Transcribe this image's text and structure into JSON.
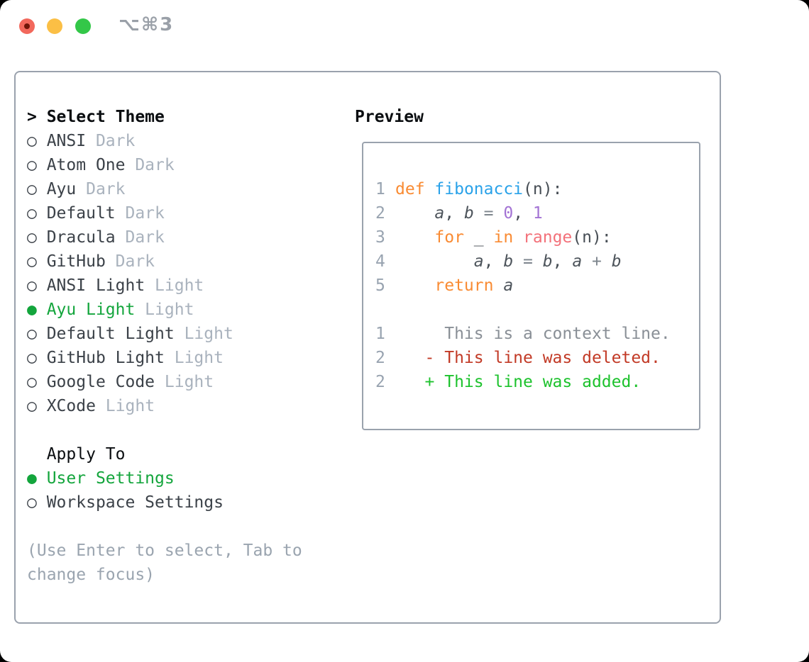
{
  "window": {
    "title": "⌥⌘3",
    "traffic_lights": {
      "red": "#f2685c",
      "red_dot": "#701508",
      "yellow": "#fbbf45",
      "green": "#33c748"
    }
  },
  "palette": {
    "keyword": "#f98b33",
    "function": "#2aa2e9",
    "number": "#a373d4",
    "builtin": "#f3717a",
    "variable": "#4d545b",
    "operator": "#7d858d",
    "punctuation": "#474e55",
    "context": "#898f96",
    "deleted": "#c23a26",
    "added": "#1dc22d",
    "line_number": "#98a3b0",
    "selected_green": "#13a53c",
    "item_text": "#3b4148",
    "muted_suffix": "#a9b2bd",
    "hint": "#9aa4af",
    "border": "#9aa2ad"
  },
  "menu": {
    "header": {
      "prefix": ">",
      "label": "Select Theme"
    },
    "unselected_glyph": "○",
    "selected_glyph": "●",
    "items": [
      {
        "label": "ANSI",
        "suffix": "Dark",
        "selected": false
      },
      {
        "label": "Atom One",
        "suffix": "Dark",
        "selected": false
      },
      {
        "label": "Ayu",
        "suffix": "Dark",
        "selected": false
      },
      {
        "label": "Default",
        "suffix": "Dark",
        "selected": false
      },
      {
        "label": "Dracula",
        "suffix": "Dark",
        "selected": false
      },
      {
        "label": "GitHub",
        "suffix": "Dark",
        "selected": false
      },
      {
        "label": "ANSI Light",
        "suffix": "Light",
        "selected": false
      },
      {
        "label": "Ayu Light",
        "suffix": "Light",
        "selected": true
      },
      {
        "label": "Default Light",
        "suffix": "Light",
        "selected": false
      },
      {
        "label": "GitHub Light",
        "suffix": "Light",
        "selected": false
      },
      {
        "label": "Google Code",
        "suffix": "Light",
        "selected": false
      },
      {
        "label": "XCode",
        "suffix": "Light",
        "selected": false
      }
    ],
    "apply_to": {
      "header": "Apply To",
      "options": [
        {
          "label": "User Settings",
          "selected": true
        },
        {
          "label": "Workspace Settings",
          "selected": false
        }
      ]
    },
    "hint_lines": [
      "(Use Enter to select, Tab to",
      "change focus)"
    ]
  },
  "preview": {
    "header": "Preview",
    "lines": [
      {
        "no": "1",
        "tokens": [
          {
            "t": "def",
            "c": "keyword"
          },
          {
            "t": " "
          },
          {
            "t": "fibonacci",
            "c": "function"
          },
          {
            "t": "(n):",
            "c": "punctuation"
          }
        ]
      },
      {
        "no": "2",
        "tokens": [
          {
            "t": "    "
          },
          {
            "t": "a",
            "c": "variable"
          },
          {
            "t": ", ",
            "c": "punctuation"
          },
          {
            "t": "b",
            "c": "variable"
          },
          {
            "t": " = ",
            "c": "operator"
          },
          {
            "t": "0",
            "c": "number"
          },
          {
            "t": ", ",
            "c": "punctuation"
          },
          {
            "t": "1",
            "c": "number"
          }
        ]
      },
      {
        "no": "3",
        "tokens": [
          {
            "t": "    "
          },
          {
            "t": "for",
            "c": "keyword"
          },
          {
            "t": " _ ",
            "c": "punctuation"
          },
          {
            "t": "in",
            "c": "keyword"
          },
          {
            "t": " "
          },
          {
            "t": "range",
            "c": "builtin"
          },
          {
            "t": "(n):",
            "c": "punctuation"
          }
        ]
      },
      {
        "no": "4",
        "tokens": [
          {
            "t": "        "
          },
          {
            "t": "a",
            "c": "variable"
          },
          {
            "t": ", ",
            "c": "punctuation"
          },
          {
            "t": "b",
            "c": "variable"
          },
          {
            "t": " = ",
            "c": "operator"
          },
          {
            "t": "b",
            "c": "variable"
          },
          {
            "t": ", ",
            "c": "punctuation"
          },
          {
            "t": "a",
            "c": "variable"
          },
          {
            "t": " + ",
            "c": "operator"
          },
          {
            "t": "b",
            "c": "variable"
          }
        ]
      },
      {
        "no": "5",
        "tokens": [
          {
            "t": "    "
          },
          {
            "t": "return",
            "c": "keyword"
          },
          {
            "t": " "
          },
          {
            "t": "a",
            "c": "variable"
          }
        ]
      },
      {
        "no": "",
        "tokens": []
      },
      {
        "no": "1",
        "tokens": [
          {
            "t": "     This is a context line.",
            "c": "context"
          }
        ]
      },
      {
        "no": "2",
        "tokens": [
          {
            "t": "   - This line was deleted.",
            "c": "deleted"
          }
        ]
      },
      {
        "no": "2",
        "tokens": [
          {
            "t": "   + This line was added.",
            "c": "added"
          }
        ]
      }
    ]
  }
}
